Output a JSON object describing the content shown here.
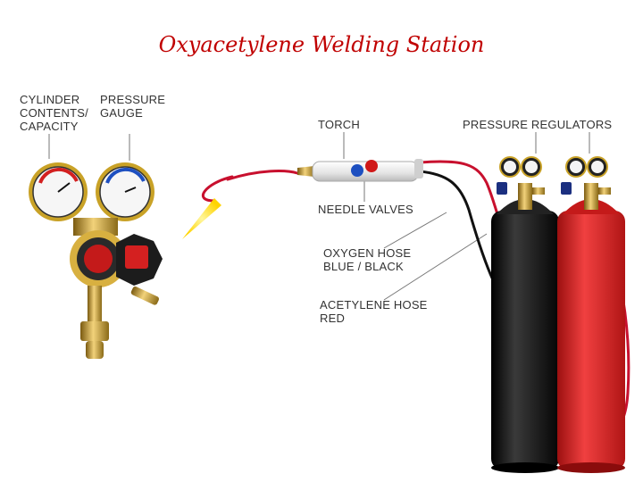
{
  "title": "Oxyacetylene Welding Station",
  "labels": {
    "cylinder_contents": [
      "CYLINDER",
      "CONTENTS/",
      "CAPACITY"
    ],
    "pressure_gauge": [
      "PRESSURE",
      "GAUGE"
    ],
    "torch": "TORCH",
    "pressure_regulators": "PRESSURE REGULATORS",
    "needle_valves": "NEEDLE VALVES",
    "oxygen_hose": [
      "OXYGEN HOSE",
      "BLUE / BLACK"
    ],
    "acetylene_hose": [
      "ACETYLENE HOSE",
      "RED"
    ]
  },
  "colors": {
    "title": "#c00000",
    "oxygen_cylinder": "#1a1a1a",
    "acetylene_cylinder": "#d42020",
    "hose_red": "#c8102e",
    "hose_black": "#111111",
    "flame": "#ffd400",
    "brass": "#c9a227",
    "knob": "#1c1c1c"
  },
  "icons": [
    "regulator-illustration",
    "torch-illustration",
    "flame-icon",
    "oxygen-cylinder",
    "acetylene-cylinder",
    "hose-lines"
  ]
}
